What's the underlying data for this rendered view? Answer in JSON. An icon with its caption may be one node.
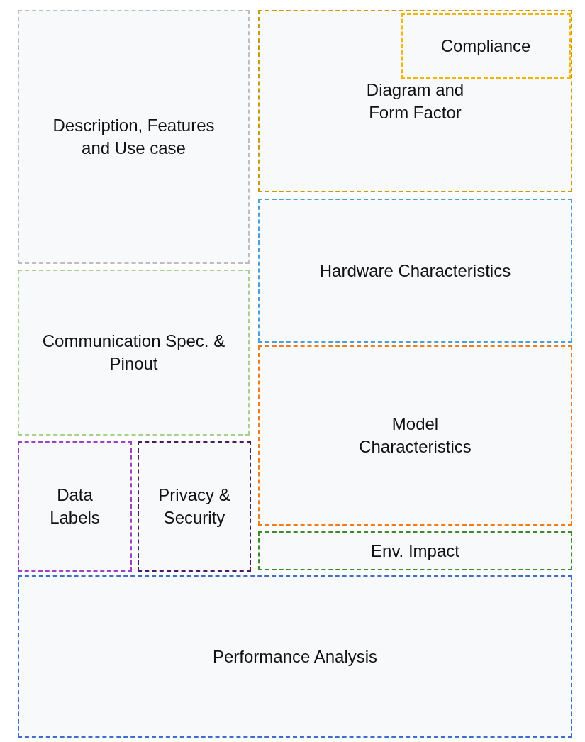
{
  "diagram": {
    "nodes": [
      {
        "text": [
          "Description, Features and Use case"
        ]
      },
      {
        "text": [
          "Diagram and Form Factor"
        ]
      },
      {
        "text": [
          "Compliance"
        ],
        "in": 1
      },
      {
        "text": [
          "Hardware Characteristics"
        ]
      },
      {
        "text": [
          "Communication Spec. & Pinout"
        ]
      },
      {
        "text": [
          "Model Characteristics"
        ]
      },
      {
        "text": [
          "Data Labels"
        ]
      },
      {
        "text": [
          "Privacy & Security"
        ]
      },
      {
        "text": [
          "Env. Impact"
        ]
      },
      {
        "text": [
          "Performance Analysis"
        ]
      }
    ]
  }
}
